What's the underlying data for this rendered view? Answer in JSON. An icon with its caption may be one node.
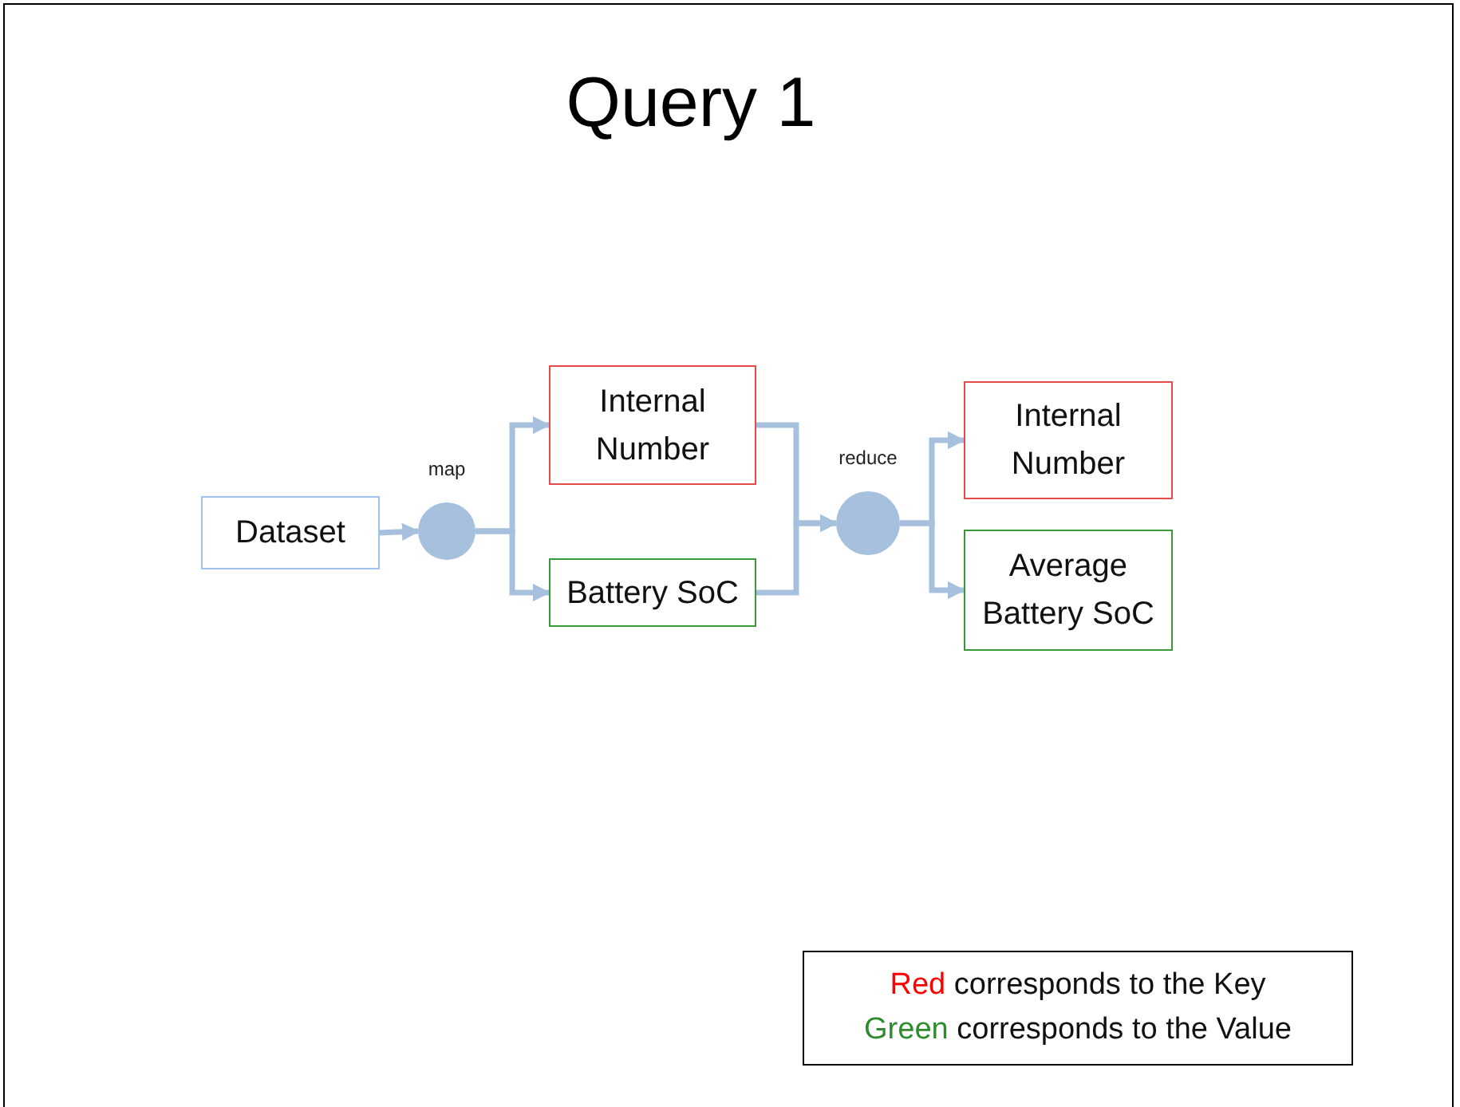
{
  "diagram": {
    "title": "Query 1",
    "nodes": [
      {
        "text": [
          "Dataset"
        ]
      },
      {
        "text": [],
        "shape": "circle",
        "beside": [
          "map"
        ]
      },
      {
        "text": [
          "Internal Number"
        ]
      },
      {
        "text": [
          "Battery SoC"
        ]
      },
      {
        "text": [],
        "shape": "circle",
        "beside": [
          "reduce"
        ]
      },
      {
        "text": [
          "Internal Number"
        ]
      },
      {
        "text": [
          "Average Battery SoC"
        ]
      }
    ],
    "edges": [
      {
        "from": 0,
        "to": 1,
        "arrow": "to"
      },
      {
        "from": 1,
        "to": 2,
        "arrow": "to"
      },
      {
        "from": 1,
        "to": 3,
        "arrow": "to"
      },
      {
        "from": 2,
        "to": 4,
        "arrow": "to"
      },
      {
        "from": 3,
        "to": 4,
        "arrow": "to"
      },
      {
        "from": 4,
        "to": 5,
        "arrow": "to"
      },
      {
        "from": 4,
        "to": 6,
        "arrow": "to"
      }
    ],
    "legend": [
      {
        "text": "Red corresponds to the Key",
        "color": "#ff0000"
      },
      {
        "text": "Green corresponds to the Value",
        "color": "#2e8b2e"
      }
    ]
  }
}
